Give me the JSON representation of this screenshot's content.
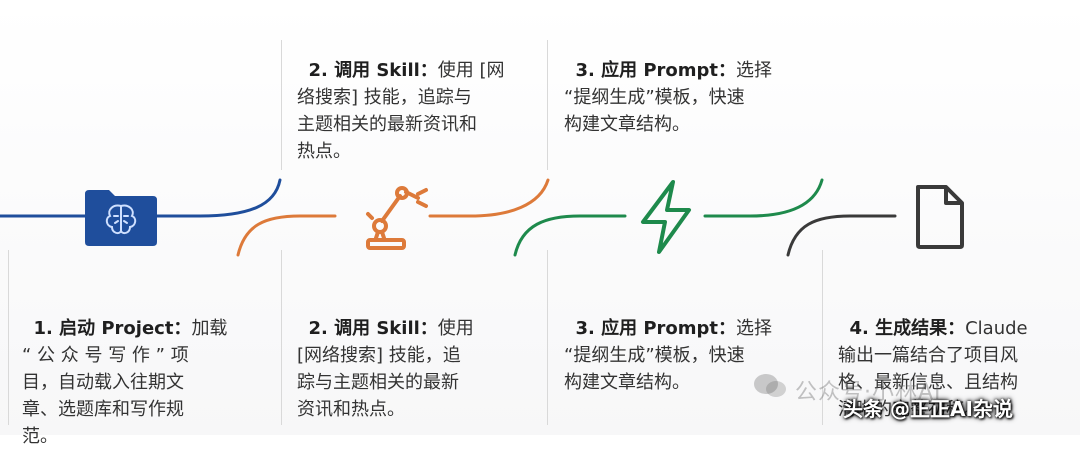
{
  "steps_top": [
    {
      "title": "2. 调用 Skill：",
      "body": "使用 [网\n络搜索] 技能，追踪与\n主题相关的最新资讯和\n热点。"
    },
    {
      "title": "3. 应用 Prompt：",
      "body": "选择\n“提纲生成”模板，快速\n构建文章结构。"
    }
  ],
  "steps_bottom": [
    {
      "title": "1. 启动 Project：",
      "body": "加载\n“ 公 众 号 写 作 ” 项\n目，自动载入往期文\n章、选题库和写作规\n范。"
    },
    {
      "title": "2. 调用 Skill：",
      "body": "使用\n[网络搜索] 技能，追\n踪与主题相关的最新\n资讯和热点。"
    },
    {
      "title": "3. 应用 Prompt：",
      "body": "选择\n“提纲生成”模板，快速\n构建文章结构。"
    },
    {
      "title": "4. 生成结果：",
      "body": "Claude\n输出一篇结合了项目风\n格、最新信息、且结构\n清晰的完整初稿。"
    }
  ],
  "icons": {
    "step1": "folder-brain-icon",
    "step2": "robot-arm-icon",
    "step3": "lightning-icon",
    "step4": "document-icon"
  },
  "colors": {
    "step1": "#1f4e9c",
    "step2": "#dd7a3a",
    "step3": "#1e8a4c",
    "step4": "#3a3a3a"
  },
  "watermark": {
    "text": "公众号·小林AI"
  },
  "credit": {
    "text": "头条 @正正AI杂说"
  }
}
